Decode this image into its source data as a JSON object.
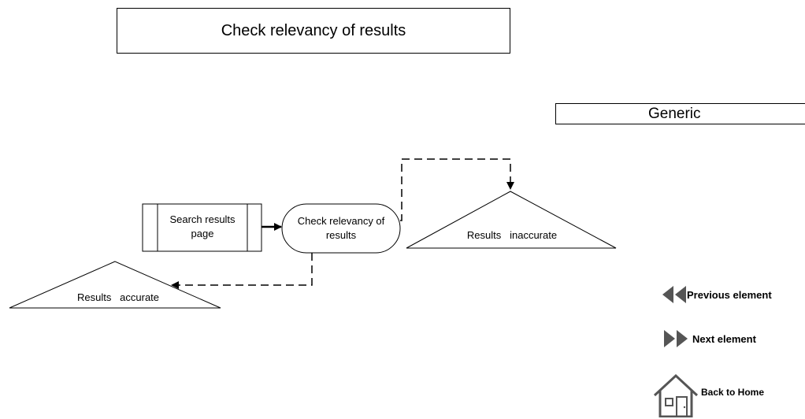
{
  "title": "Check relevancy of results",
  "category": "Generic",
  "nodes": {
    "search_results_page": "Search results page",
    "check_relevancy": "Check relevancy of results",
    "results_inaccurate": "Results   inaccurate",
    "results_accurate": "Results   accurate"
  },
  "nav": {
    "previous": "Previous element",
    "next": "Next element",
    "home": "Back to Home"
  },
  "icons": {
    "previous": "double-left-arrow-icon",
    "next": "double-right-arrow-icon",
    "home": "house-icon"
  }
}
